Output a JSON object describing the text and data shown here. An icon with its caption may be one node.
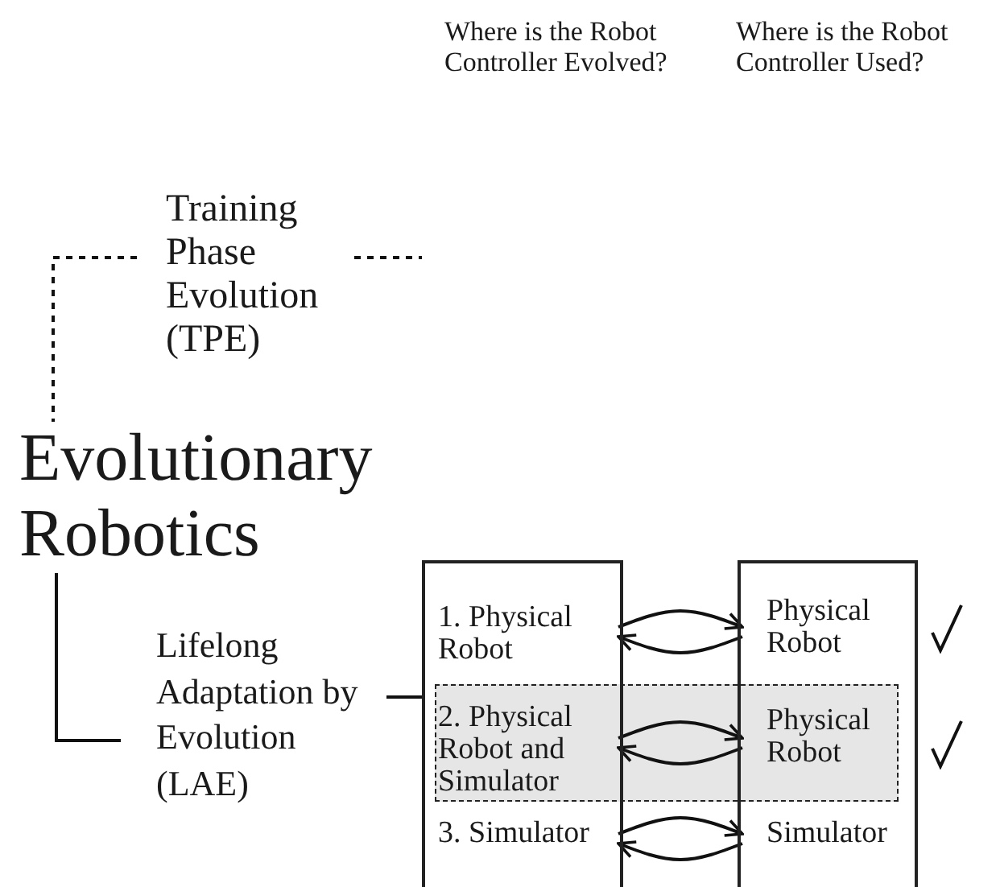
{
  "diagram": {
    "nodes": [
      {
        "text": [
          "Training Phase Evolution (TPE)"
        ]
      },
      {
        "text": [
          "Evolutionary Robotics"
        ]
      },
      {
        "text": [
          "Lifelong Adaptation by Evolution (LAE)"
        ]
      },
      {
        "text": [],
        "shape": "box"
      },
      {
        "text": [],
        "shape": "box"
      },
      {
        "text": [
          "1. Physical Robot"
        ],
        "in": 3
      },
      {
        "text": [
          "2. Physical Robot and Simulator"
        ],
        "in": 3
      },
      {
        "text": [
          "3. Simulator"
        ],
        "in": 3
      },
      {
        "text": [
          "Physical Robot"
        ],
        "in": 4
      },
      {
        "text": [
          "Physical Robot"
        ],
        "in": 4
      },
      {
        "text": [
          "Simulator"
        ],
        "in": 4
      }
    ],
    "edges": [
      {
        "from": 0,
        "to": 1,
        "arrow": "none",
        "style": "dashed"
      },
      {
        "from": 0,
        "to": null,
        "arrow": "none",
        "style": "dashed"
      },
      {
        "from": 1,
        "to": 2,
        "arrow": "none"
      },
      {
        "from": 2,
        "to": 6,
        "arrow": "none"
      },
      {
        "from": 5,
        "to": 8,
        "arrow": "to"
      },
      {
        "from": 8,
        "to": 5,
        "arrow": "to"
      },
      {
        "from": 6,
        "to": 9,
        "arrow": "to"
      },
      {
        "from": 9,
        "to": 6,
        "arrow": "to"
      },
      {
        "from": 7,
        "to": 10,
        "arrow": "to"
      },
      {
        "from": 10,
        "to": 7,
        "arrow": "to"
      }
    ],
    "labels": [
      "Where is the Robot Controller Evolved?",
      "Where is the Robot Controller Used?"
    ]
  }
}
